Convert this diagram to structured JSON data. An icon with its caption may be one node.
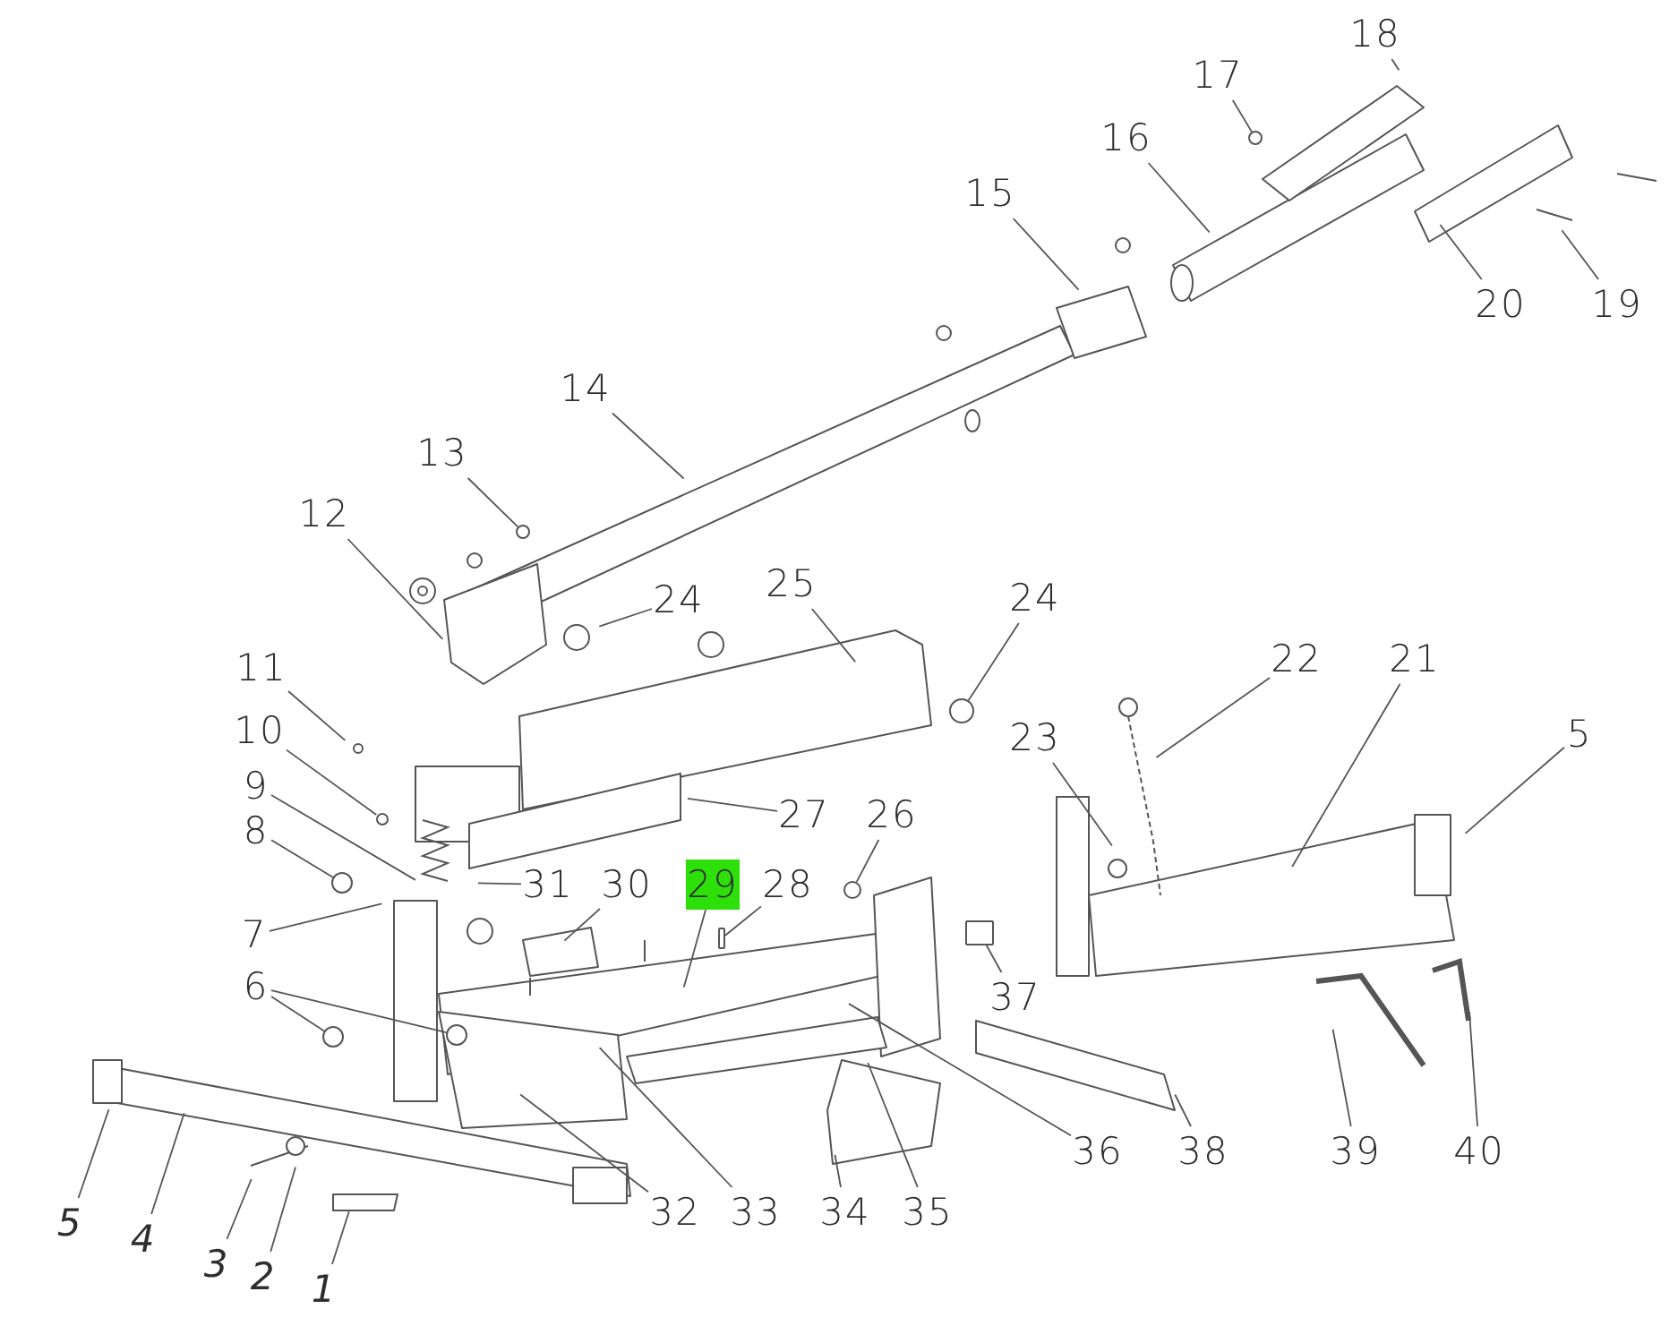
{
  "diagram": {
    "nodes": [
      {
        "text": [
          "1"
        ]
      },
      {
        "text": [
          "2"
        ]
      },
      {
        "text": [
          "3"
        ]
      },
      {
        "text": [
          "4"
        ]
      },
      {
        "text": [
          "5"
        ]
      },
      {
        "text": [
          "6"
        ]
      },
      {
        "text": [
          "7"
        ]
      },
      {
        "text": [
          "8"
        ]
      },
      {
        "text": [
          "9"
        ]
      },
      {
        "text": [
          "10"
        ]
      },
      {
        "text": [
          "11"
        ]
      },
      {
        "text": [
          "12"
        ]
      },
      {
        "text": [
          "13"
        ]
      },
      {
        "text": [
          "14"
        ]
      },
      {
        "text": [
          "15"
        ]
      },
      {
        "text": [
          "16"
        ]
      },
      {
        "text": [
          "17"
        ]
      },
      {
        "text": [
          "18"
        ]
      },
      {
        "text": [
          "19"
        ]
      },
      {
        "text": [
          "20"
        ]
      },
      {
        "text": [
          "21"
        ]
      },
      {
        "text": [
          "22"
        ]
      },
      {
        "text": [
          "23"
        ]
      },
      {
        "text": [
          "24"
        ]
      },
      {
        "text": [
          "24"
        ]
      },
      {
        "text": [
          "25"
        ]
      },
      {
        "text": [
          "26"
        ]
      },
      {
        "text": [
          "27"
        ]
      },
      {
        "text": [
          "28"
        ]
      },
      {
        "text": [
          "29"
        ]
      },
      {
        "text": [
          "30"
        ]
      },
      {
        "text": [
          "31"
        ]
      },
      {
        "text": [
          "32"
        ]
      },
      {
        "text": [
          "33"
        ]
      },
      {
        "text": [
          "34"
        ]
      },
      {
        "text": [
          "35"
        ]
      },
      {
        "text": [
          "36"
        ]
      },
      {
        "text": [
          "37"
        ]
      },
      {
        "text": [
          "38"
        ]
      },
      {
        "text": [
          "39"
        ]
      },
      {
        "text": [
          "40"
        ]
      },
      {
        "text": [
          "5"
        ]
      },
      {
        "text": [],
        "shape": "circle"
      },
      {
        "text": [],
        "shape": "circle"
      },
      {
        "text": [],
        "shape": "circle"
      },
      {
        "text": [],
        "shape": "circle"
      },
      {
        "text": [],
        "shape": "circle"
      },
      {
        "text": [],
        "shape": "circle"
      },
      {
        "text": [],
        "shape": "circle"
      },
      {
        "text": [],
        "shape": "box"
      },
      {
        "text": [],
        "shape": "box"
      },
      {
        "text": [],
        "shape": "circle"
      }
    ],
    "edges": [
      {
        "from": 0,
        "to": null,
        "arrow": "none"
      },
      {
        "from": 1,
        "to": null,
        "arrow": "none"
      },
      {
        "from": 2,
        "to": null,
        "arrow": "none"
      },
      {
        "from": 3,
        "to": null,
        "arrow": "none"
      },
      {
        "from": 4,
        "to": null,
        "arrow": "none"
      },
      {
        "from": 5,
        "to": 42,
        "arrow": "none"
      },
      {
        "from": 5,
        "to": 43,
        "arrow": "none"
      },
      {
        "from": 6,
        "to": null,
        "arrow": "none"
      },
      {
        "from": 7,
        "to": 44,
        "arrow": "none"
      },
      {
        "from": 8,
        "to": null,
        "arrow": "none"
      },
      {
        "from": 9,
        "to": 45,
        "arrow": "none"
      },
      {
        "from": 10,
        "to": null,
        "arrow": "none"
      },
      {
        "from": 11,
        "to": null,
        "arrow": "none"
      },
      {
        "from": 12,
        "to": 46,
        "arrow": "none"
      },
      {
        "from": 13,
        "to": null,
        "arrow": "none"
      },
      {
        "from": 14,
        "to": null,
        "arrow": "none"
      },
      {
        "from": 15,
        "to": null,
        "arrow": "none"
      },
      {
        "from": 16,
        "to": 51,
        "arrow": "none"
      },
      {
        "from": 17,
        "to": null,
        "arrow": "none"
      },
      {
        "from": 18,
        "to": null,
        "arrow": "none"
      },
      {
        "from": 19,
        "to": null,
        "arrow": "none"
      },
      {
        "from": 20,
        "to": null,
        "arrow": "none"
      },
      {
        "from": 21,
        "to": null,
        "arrow": "none"
      },
      {
        "from": 22,
        "to": null,
        "arrow": "none"
      },
      {
        "from": 23,
        "to": null,
        "arrow": "none"
      },
      {
        "from": 24,
        "to": 47,
        "arrow": "none"
      },
      {
        "from": 25,
        "to": null,
        "arrow": "none"
      },
      {
        "from": 26,
        "to": 48,
        "arrow": "none"
      },
      {
        "from": 27,
        "to": null,
        "arrow": "none"
      },
      {
        "from": 28,
        "to": 49,
        "arrow": "none"
      },
      {
        "from": 29,
        "to": null,
        "arrow": "none"
      },
      {
        "from": 30,
        "to": null,
        "arrow": "none"
      },
      {
        "from": 31,
        "to": null,
        "arrow": "none"
      },
      {
        "from": 32,
        "to": null,
        "arrow": "none"
      },
      {
        "from": 33,
        "to": null,
        "arrow": "none"
      },
      {
        "from": 34,
        "to": null,
        "arrow": "none"
      },
      {
        "from": 35,
        "to": null,
        "arrow": "none"
      },
      {
        "from": 36,
        "to": null,
        "arrow": "none"
      },
      {
        "from": 37,
        "to": 50,
        "arrow": "none"
      },
      {
        "from": 38,
        "to": null,
        "arrow": "none"
      },
      {
        "from": 39,
        "to": null,
        "arrow": "none"
      },
      {
        "from": 40,
        "to": null,
        "arrow": "none"
      },
      {
        "from": 41,
        "to": null,
        "arrow": "none"
      }
    ]
  }
}
